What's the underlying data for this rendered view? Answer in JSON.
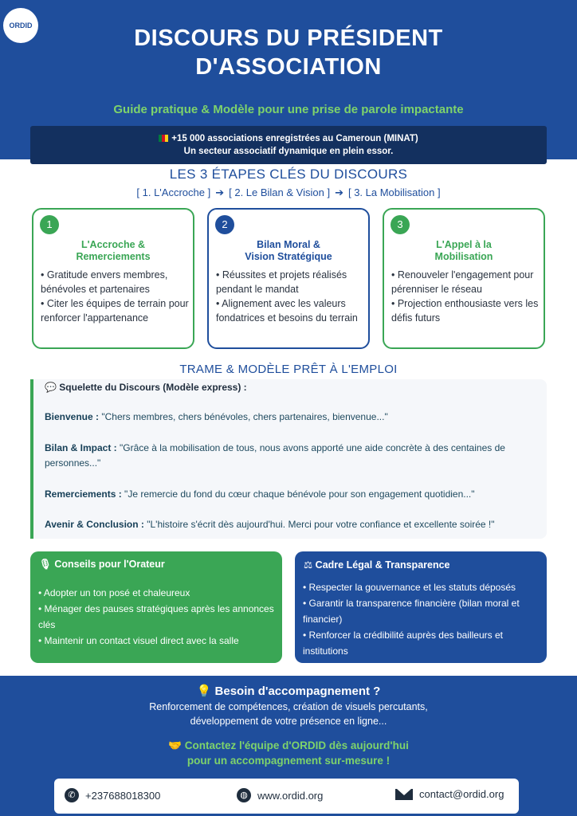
{
  "header": {
    "logo_text": "ORDID",
    "title_line1": "DISCOURS DU PRÉSIDENT",
    "title_line2": "D'ASSOCIATION",
    "subtitle": "Guide pratique & Modèle pour une prise de parole impactante",
    "stat_line1": "+15 000 associations enregistrées au Cameroun (MINAT)",
    "stat_line2": "Un secteur associatif dynamique en plein essor."
  },
  "steps": {
    "title": "LES 3 ÉTAPES CLÉS DU DISCOURS",
    "flow": [
      "[ 1. L'Accroche ]",
      "[ 2. Le Bilan & Vision ]",
      "[ 3. La Mobilisation ]"
    ],
    "cards": [
      {
        "number": "1",
        "title_line1": "L'Accroche &",
        "title_line2": "Remerciements",
        "items": [
          "• Gratitude envers membres, bénévoles et partenaires",
          "• Citer les équipes de terrain pour renforcer l'appartenance"
        ]
      },
      {
        "number": "2",
        "title_line1": "Bilan Moral &",
        "title_line2": "Vision Stratégique",
        "items": [
          "• Réussites et projets réalisés pendant le mandat",
          "• Alignement avec les valeurs fondatrices et besoins du terrain"
        ]
      },
      {
        "number": "3",
        "title_line1": "L'Appel à la",
        "title_line2": "Mobilisation",
        "items": [
          "• Renouveler l'engagement pour pérenniser le réseau",
          "• Projection enthousiaste vers les défis futurs"
        ]
      }
    ]
  },
  "template": {
    "title": "TRAME & MODÈLE PRÊT À L'EMPLOI",
    "heading": "💬 Squelette du Discours (Modèle express) :",
    "lines": [
      {
        "label": "Bienvenue :",
        "text": " \"Chers membres, chers bénévoles, chers partenaires, bienvenue...\""
      },
      {
        "label": "Bilan & Impact :",
        "text": " \"Grâce à la mobilisation de tous, nous avons apporté une aide concrète à des centaines de personnes...\""
      },
      {
        "label": "Remerciements :",
        "text": " \"Je remercie du fond du cœur chaque bénévole pour son engagement quotidien...\""
      },
      {
        "label": "Avenir & Conclusion :",
        "text": " \"L'histoire s'écrit dès aujourd'hui. Merci pour votre confiance et excellente soirée !\""
      }
    ]
  },
  "tips": {
    "title": "🎙 Conseils pour l'Orateur",
    "items": [
      "• Adopter un ton posé et chaleureux",
      "• Ménager des pauses stratégiques après les annonces clés",
      "• Maintenir un contact visuel direct avec la salle"
    ]
  },
  "legal": {
    "title": "⚖ Cadre Légal & Transparence",
    "items": [
      "• Respecter la gouvernance et les statuts déposés",
      "• Garantir la transparence financière (bilan moral et financier)",
      "• Renforcer la crédibilité auprès des bailleurs et institutions"
    ]
  },
  "footer": {
    "heading": "💡 Besoin d'accompagnement ?",
    "desc_line1": "Renforcement de compétences, création de visuels percutants,",
    "desc_line2": "développement de votre présence en ligne...",
    "cta_line1": "🤝 Contactez l'équipe d'ORDID dès aujourd'hui",
    "cta_line2": "pour un accompagnement sur-mesure !",
    "phone": "+237688018300",
    "website": "www.ordid.org",
    "email": "contact@ordid.org"
  },
  "colors": {
    "primary_blue": "#1f4e9c",
    "dark_blue": "#13305f",
    "green": "#3aa655",
    "light_green": "#7ed36b"
  }
}
